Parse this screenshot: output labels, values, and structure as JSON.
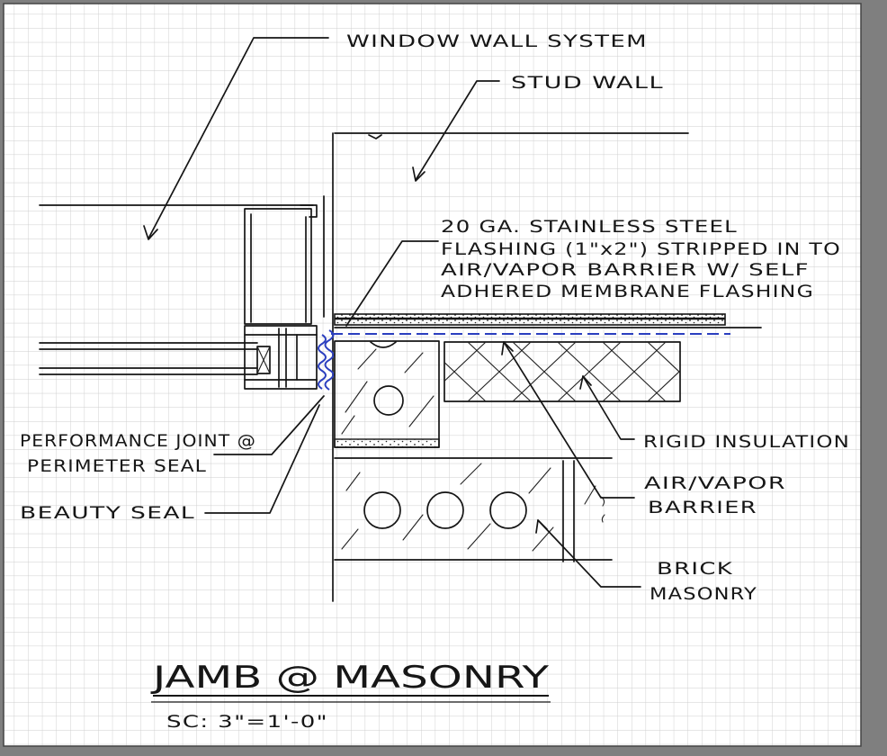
{
  "drawing": {
    "labels": {
      "window_wall": "WINDOW WALL SYSTEM",
      "stud_wall": "STUD WALL",
      "flashing": [
        "20 GA. STAINLESS STEEL",
        "FLASHING (1\"x2\") STRIPPED IN TO",
        "AIR/VAPOR BARRIER W/ SELF",
        "ADHERED MEMBRANE FLASHING"
      ],
      "performance_joint": [
        "PERFORMANCE JOINT @",
        "PERIMETER SEAL"
      ],
      "beauty_seal": "BEAUTY SEAL",
      "rigid_insulation": "RIGID INSULATION",
      "air_vapor_barrier": [
        "AIR/VAPOR",
        "BARRIER"
      ],
      "brick_masonry": [
        "BRICK",
        "MASONRY"
      ]
    },
    "title": "JAMB @ MASONRY",
    "scale": "SC: 3\"=1'-0\""
  },
  "colors": {
    "ink": "#151515",
    "air_barrier": "#2b3fbf",
    "grid": "#cdcdcd",
    "frame": "#7f7f7f",
    "paper": "#ffffff"
  }
}
